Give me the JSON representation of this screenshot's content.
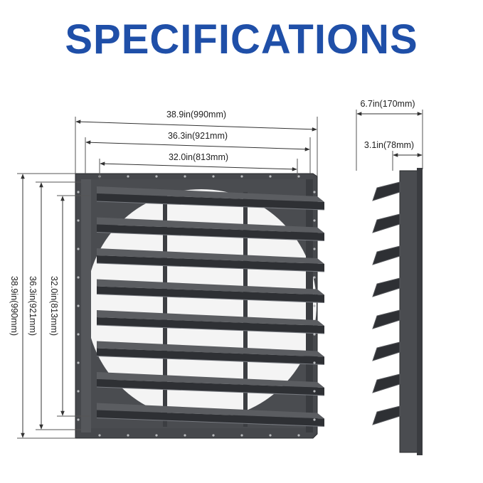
{
  "title": "SPECIFICATIONS",
  "front": {
    "width_outer": "38.9in(990mm)",
    "width_mid": "36.3in(921mm)",
    "width_inner": "32.0in(813mm)",
    "height_outer": "38.9in(990mm)",
    "height_mid": "36.3in(921mm)",
    "height_inner": "32.0in(813mm)",
    "louver_count": 8
  },
  "side": {
    "depth_outer": "6.7in(170mm)",
    "depth_inner": "3.1in(78mm)"
  },
  "colors": {
    "title": "#1f4fa8",
    "frame": "#3f4145",
    "louver": "#2e3034",
    "dimension_line": "#333333"
  }
}
